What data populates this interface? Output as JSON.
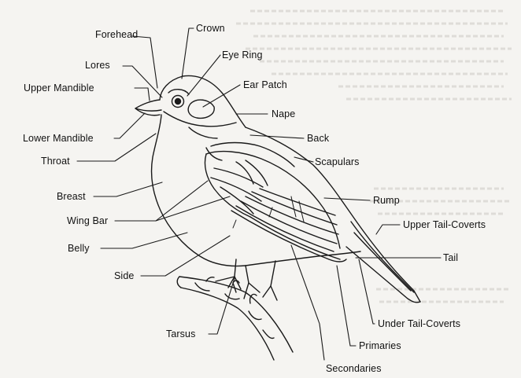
{
  "labels": {
    "forehead": "Forehead",
    "crown": "Crown",
    "lores": "Lores",
    "eye_ring": "Eye Ring",
    "upper_mandible": "Upper Mandible",
    "ear_patch": "Ear Patch",
    "nape": "Nape",
    "lower_mandible": "Lower Mandible",
    "back": "Back",
    "throat": "Throat",
    "scapulars": "Scapulars",
    "breast": "Breast",
    "rump": "Rump",
    "wing_bar": "Wing Bar",
    "upper_tail_coverts": "Upper Tail-Coverts",
    "belly": "Belly",
    "tail": "Tail",
    "side": "Side",
    "tarsus": "Tarsus",
    "under_tail_coverts": "Under Tail-Coverts",
    "primaries": "Primaries",
    "secondaries": "Secondaries"
  }
}
